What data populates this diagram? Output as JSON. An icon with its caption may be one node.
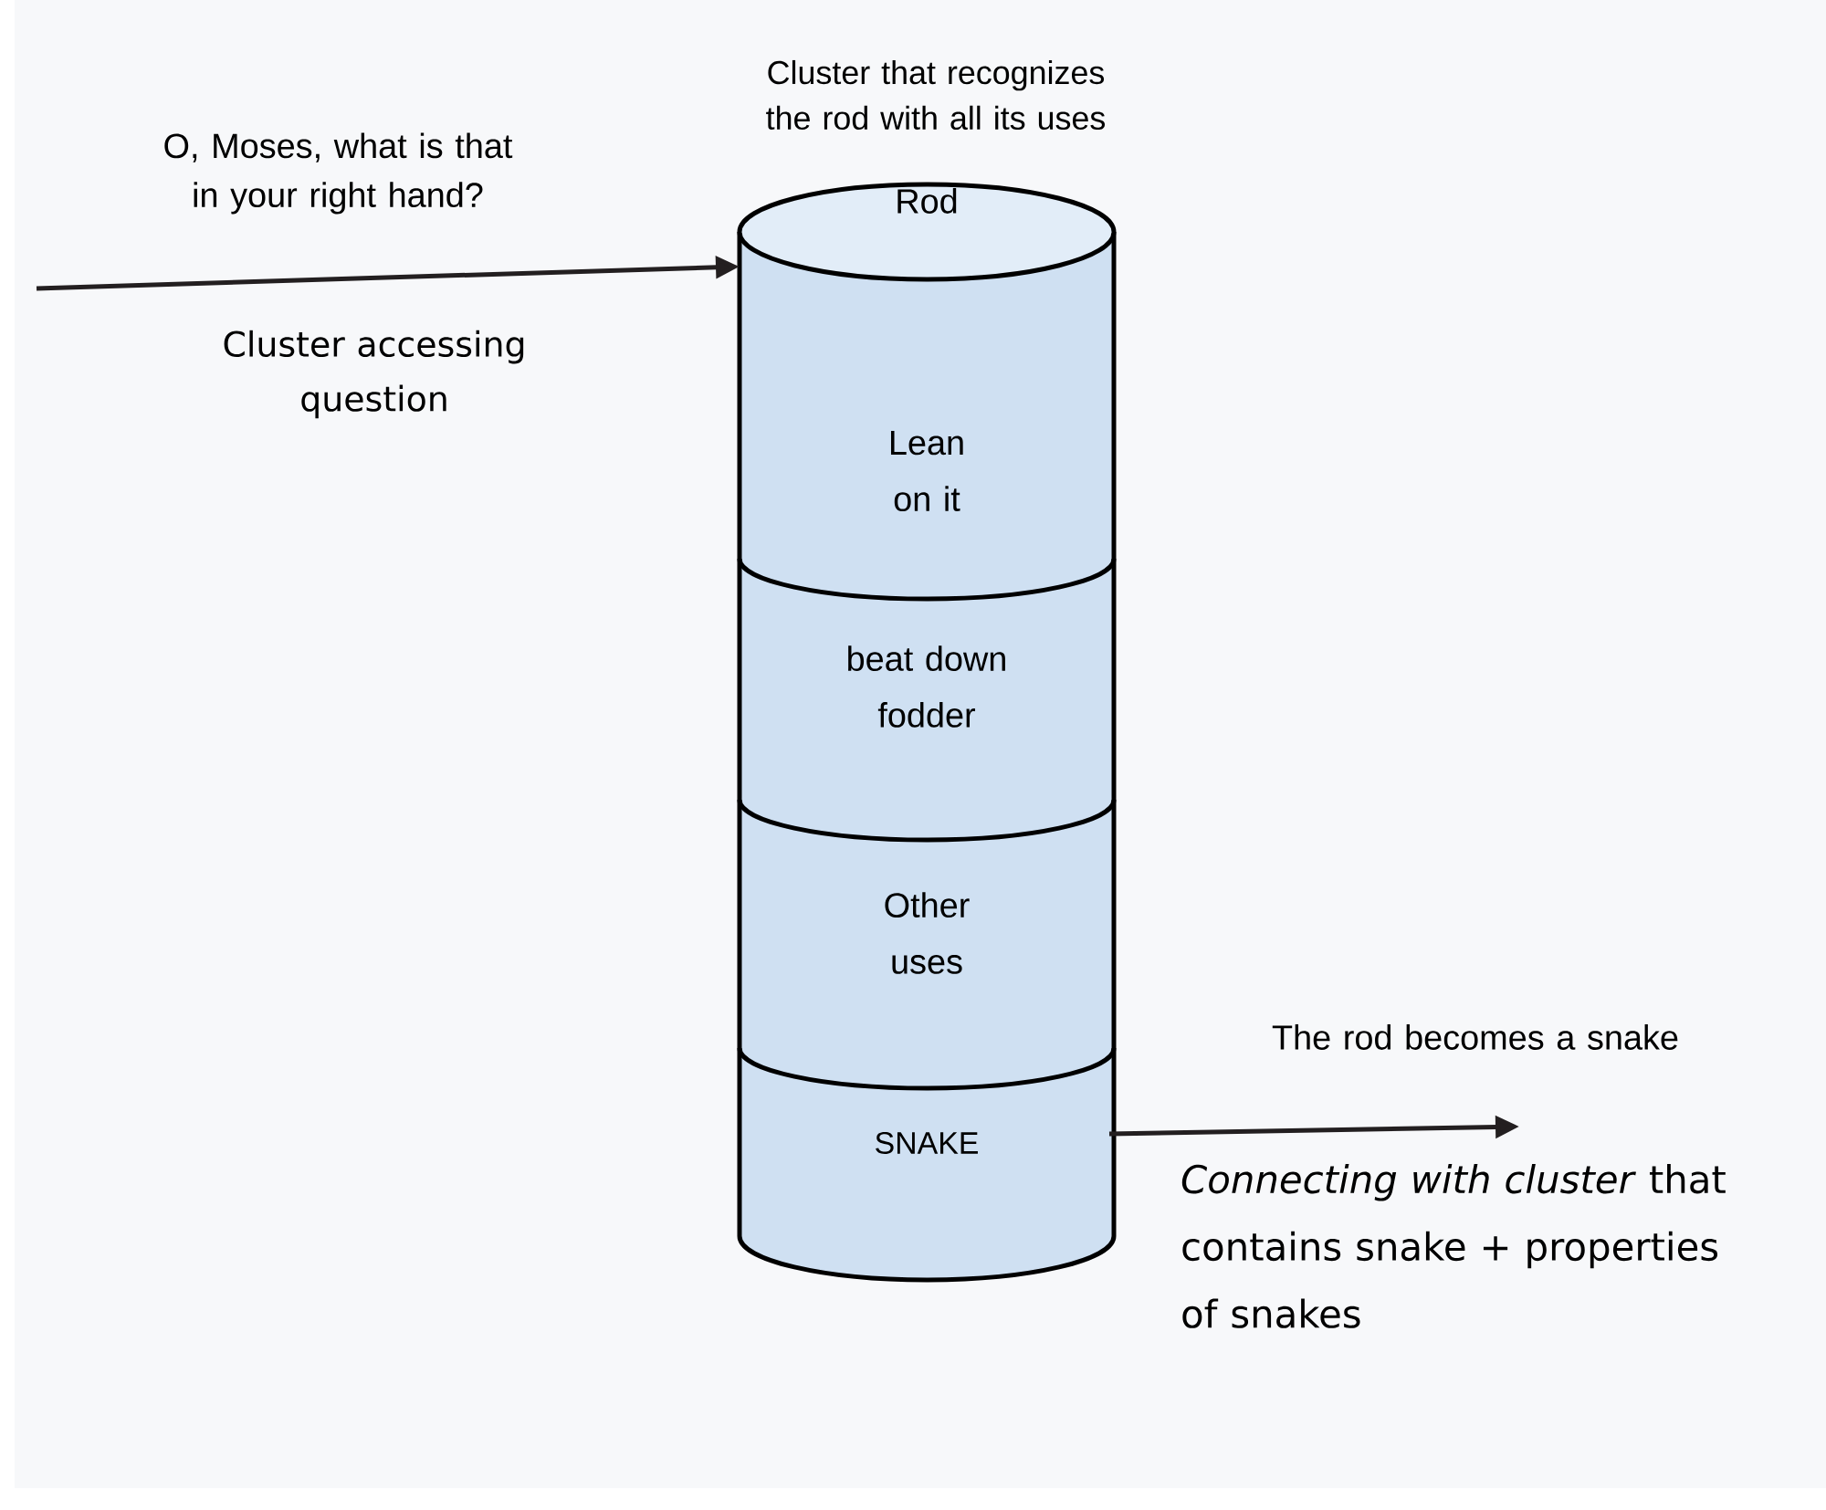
{
  "diagram": {
    "nodes": [
      {
        "text": [
          "Rod"
        ],
        "beside": [
          "Cluster that recognizes the rod with all its uses"
        ]
      },
      {
        "text": [
          "Lean on it"
        ],
        "in": 0
      },
      {
        "text": [
          "beat down fodder"
        ],
        "in": 0
      },
      {
        "text": [
          "Other uses"
        ],
        "in": 0
      },
      {
        "text": [
          "SNAKE"
        ],
        "in": 0
      }
    ],
    "edges": [
      {
        "from": null,
        "to": 0,
        "arrow": "to",
        "label": "O, Moses, what is that in your right hand?"
      },
      {
        "from": 4,
        "to": null,
        "arrow": "to",
        "label": "The rod becomes a snake"
      }
    ],
    "labels": [
      "Cluster accessing question",
      "*Connecting with cluster* that contains snake + properties of snakes"
    ]
  }
}
